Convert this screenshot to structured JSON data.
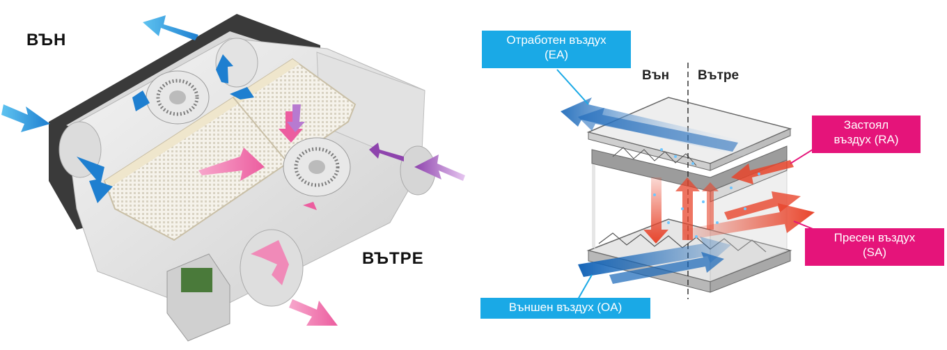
{
  "left": {
    "outside_label": "ВЪН",
    "inside_label": "ВЪТРЕ"
  },
  "right": {
    "side_outside": "Вън",
    "side_inside": "Вътре",
    "exhaust": {
      "line1": "Отработен въздух",
      "line2": "(EA)"
    },
    "return": {
      "line1": "Застоял",
      "line2": "въздух (RA)"
    },
    "supply": {
      "line1": "Пресен въздух",
      "line2": "(SA)"
    },
    "outdoor": {
      "line1": "Външен въздух (OA)"
    }
  },
  "colors": {
    "blue": "#1aa9e6",
    "pink": "#e5147a",
    "arrow_blue": "#1565b8",
    "arrow_red": "#e8452c",
    "arrow_pink": "#f07ab0",
    "arrow_purple": "#9b59b6"
  }
}
